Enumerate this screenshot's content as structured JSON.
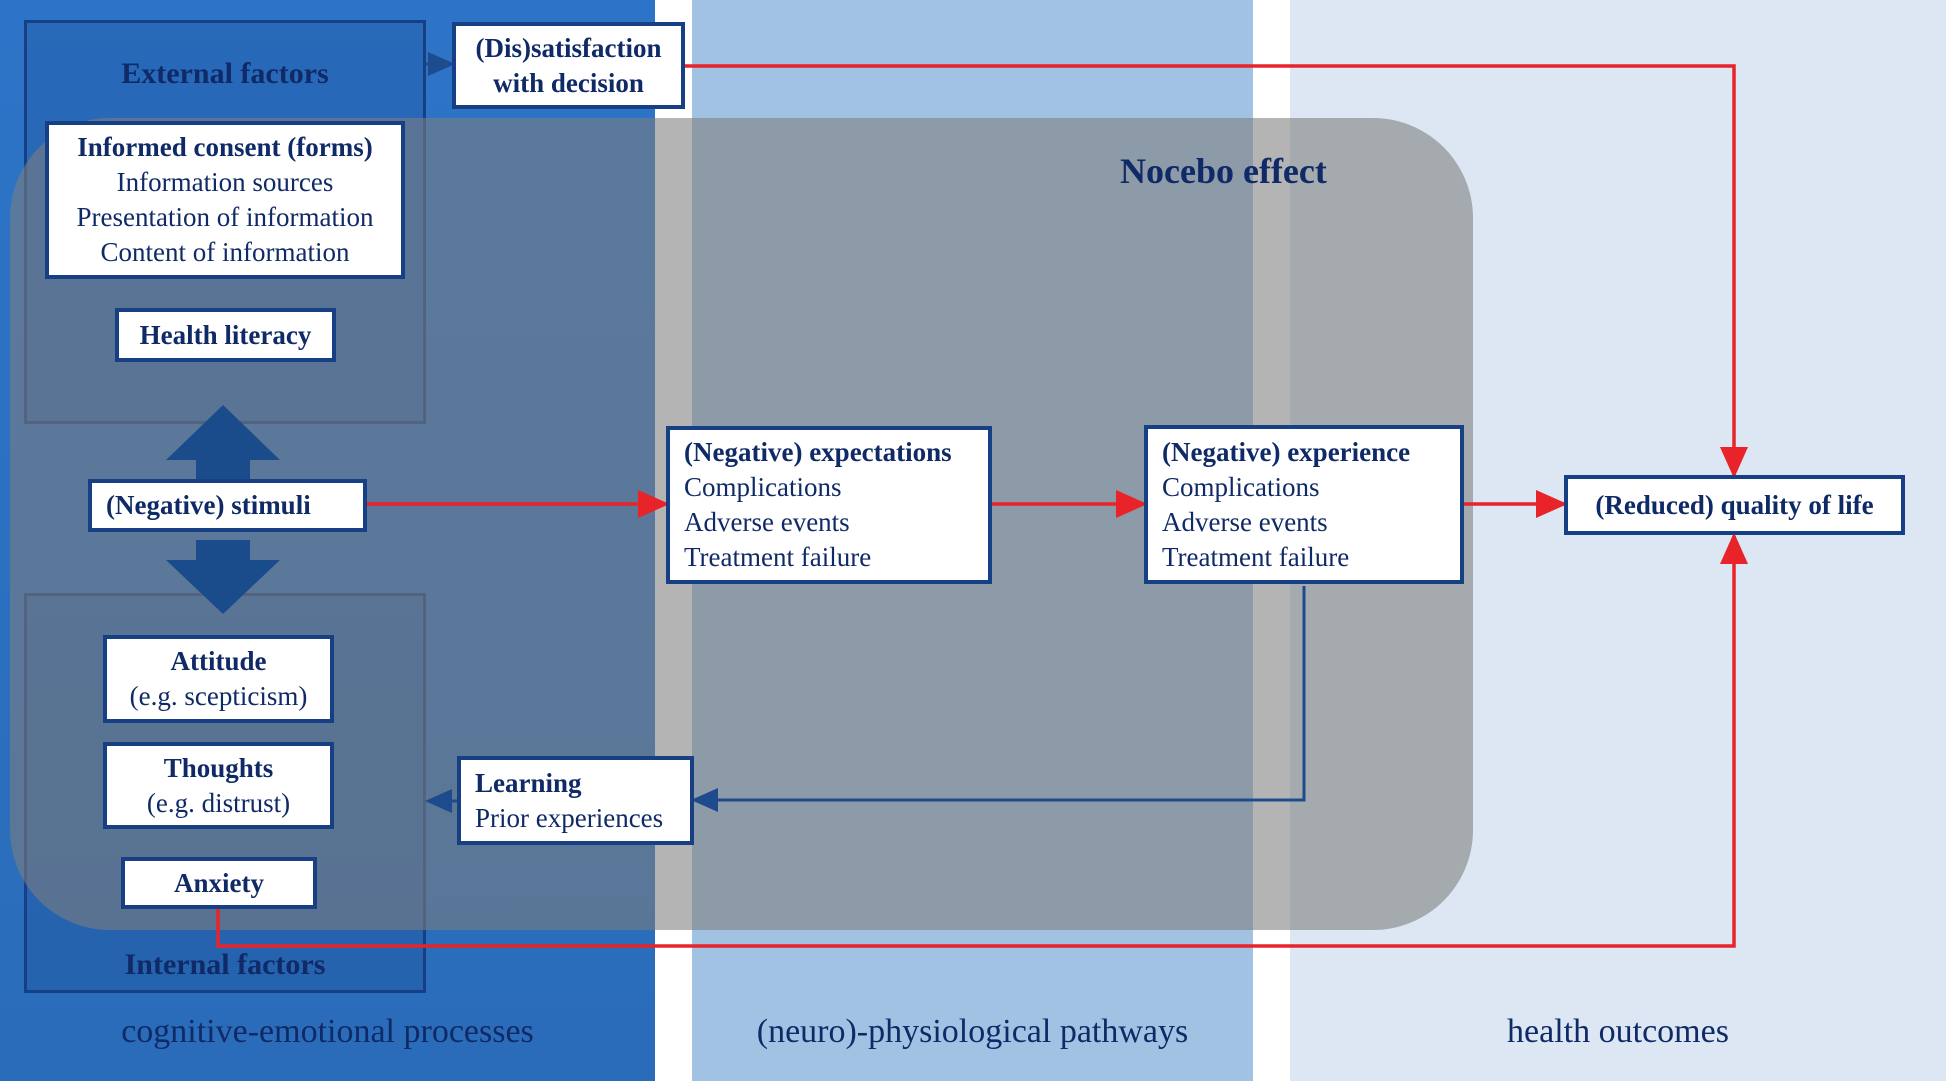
{
  "panels": {
    "cognitive": "cognitive-emotional processes",
    "neuro": "(neuro)-physiological pathways",
    "health": "health outcomes"
  },
  "groups": {
    "external_title": "External factors",
    "internal_title": "Internal factors"
  },
  "nocebo_title": "Nocebo effect",
  "boxes": {
    "dissatisfaction": {
      "line1": "(Dis)satisfaction",
      "line2": "with decision"
    },
    "informed_consent": {
      "title": "Informed consent (forms)",
      "lines": [
        "Information sources",
        "Presentation of information",
        "Content of information"
      ]
    },
    "health_literacy": "Health literacy",
    "negative_stimuli": "(Negative) stimuli",
    "attitude": {
      "title": "Attitude",
      "sub": "(e.g. scepticism)"
    },
    "thoughts": {
      "title": "Thoughts",
      "sub": "(e.g. distrust)"
    },
    "anxiety": "Anxiety",
    "learning": {
      "title": "Learning",
      "sub": "Prior experiences"
    },
    "expectations": {
      "title": "(Negative) expectations",
      "lines": [
        "Complications",
        "Adverse events",
        "Treatment failure"
      ]
    },
    "experience": {
      "title": "(Negative) experience",
      "lines": [
        "Complications",
        "Adverse events",
        "Treatment failure"
      ]
    },
    "quality_of_life": "(Reduced) quality of life"
  },
  "colors": {
    "arrow_red": "#e8232a",
    "arrow_blue": "#1e4b8e",
    "text_navy": "#0f2a66",
    "block_arrow": "#1a4c8c"
  }
}
